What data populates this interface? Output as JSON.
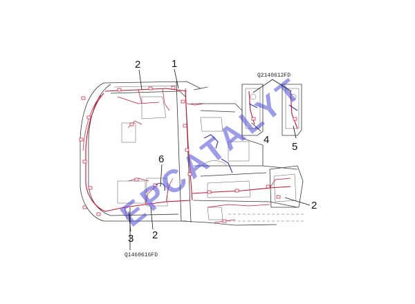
{
  "callouts": {
    "c1": "1",
    "c2_top": "2",
    "c2_mid": "2",
    "c2_right": "2",
    "c3": "3",
    "c4": "4",
    "c5": "5",
    "c6": "6"
  },
  "codes": {
    "top_right": "Q2140612FD",
    "bottom_left": "Q1460616FD"
  },
  "watermark": "EPCATALYT",
  "colors": {
    "harness": "#c8102e",
    "structure": "#333333",
    "watermark": "#4b4bd6"
  }
}
